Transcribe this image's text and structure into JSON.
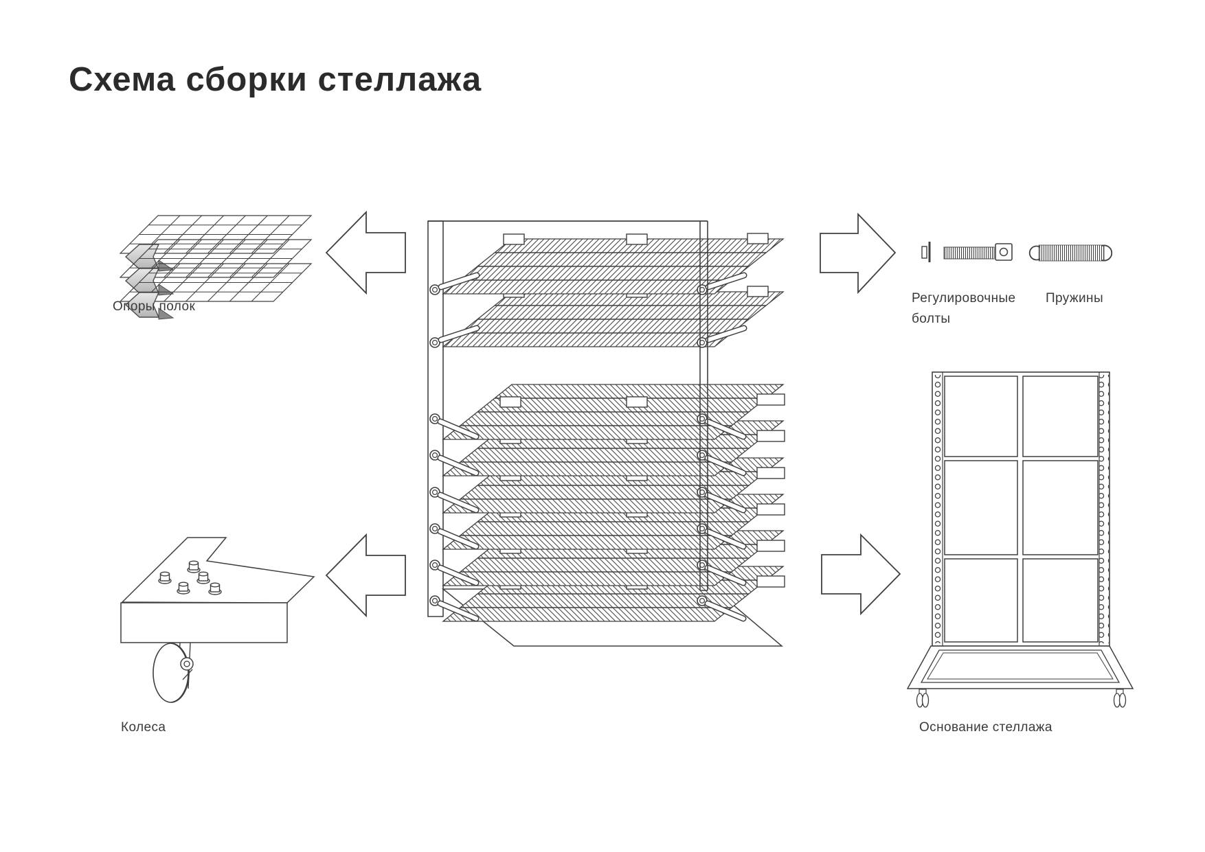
{
  "title": "Схема сборки стеллажа",
  "palette": {
    "background": "#ffffff",
    "line": "#3f3f3f",
    "text": "#3a3a3a",
    "title_text": "#2b2b2b",
    "clip_gray_light": "#e8e8e8",
    "clip_gray_dark": "#b5b5b5",
    "wedge_gray": "#8a8a8a"
  },
  "parts": {
    "shelf_supports": {
      "label": "Опоры полок"
    },
    "wheels": {
      "label": "Колеса"
    },
    "adjusting_bolts": {
      "label": "Регулировочные болты"
    },
    "springs": {
      "label": "Пружины"
    },
    "rack_base": {
      "label": "Основание стеллажа"
    }
  }
}
